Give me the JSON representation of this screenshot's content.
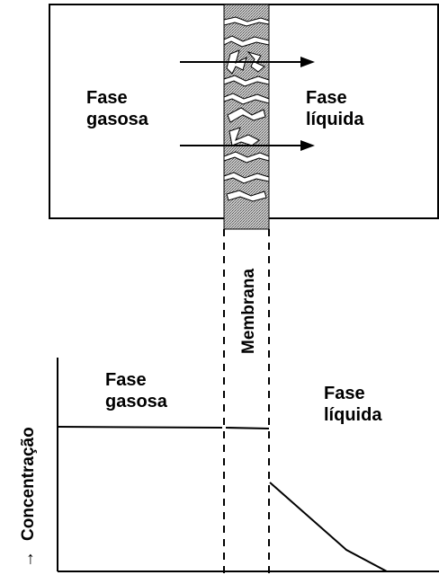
{
  "top_panel": {
    "gas_phase": {
      "line1": "Fase",
      "line2": "gasosa"
    },
    "liquid_phase": {
      "line1": "Fase",
      "line2": "líquida"
    }
  },
  "membrane_label": "Membrana",
  "bottom_panel": {
    "gas_phase": {
      "line1": "Fase",
      "line2": "gasosa"
    },
    "liquid_phase": {
      "line1": "Fase",
      "line2": "líquida"
    },
    "y_axis_label": "Concentração",
    "y_axis_arrow": "→"
  },
  "icons": [
    "flux-arrow-icon",
    "membrane-pore-texture"
  ],
  "colors": {
    "line": "#000000",
    "membrane_fill": "#b0b0b0",
    "background": "#ffffff"
  }
}
